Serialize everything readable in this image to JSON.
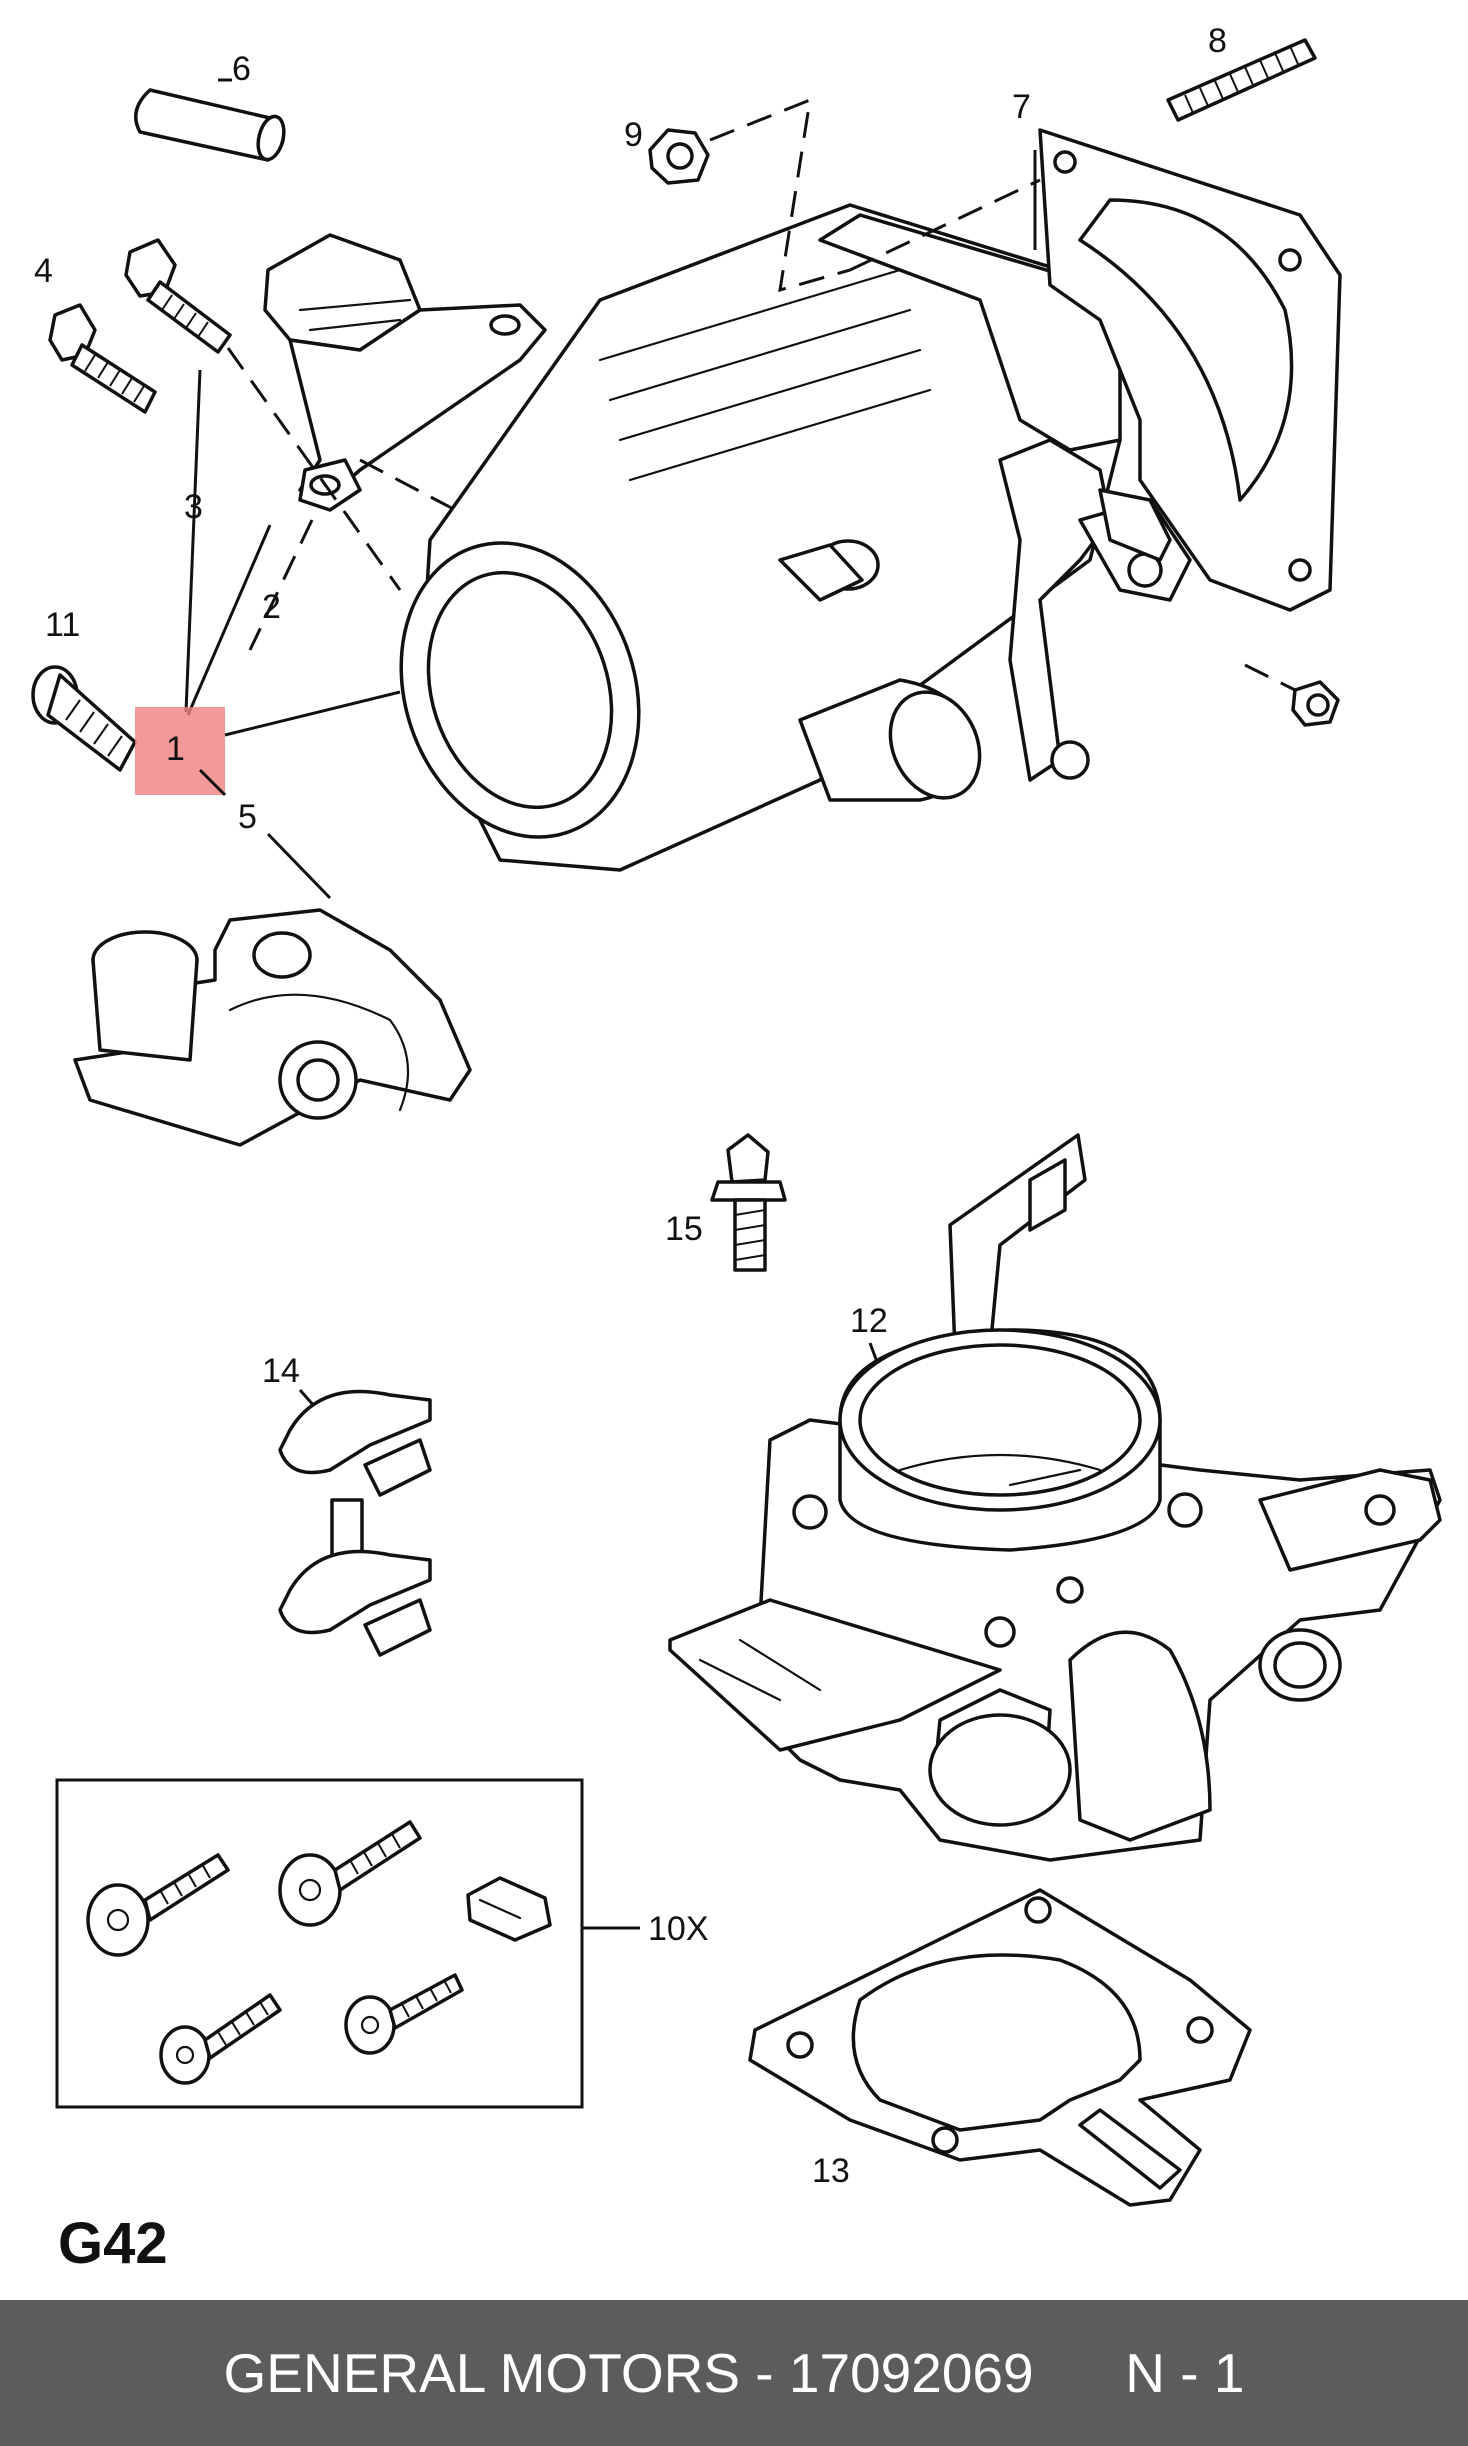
{
  "diagram": {
    "callouts": {
      "c1": "1",
      "c2": "2",
      "c3": "3",
      "c4": "4",
      "c5": "5",
      "c6": "6",
      "c7": "7",
      "c8": "8",
      "c9": "9",
      "c10": "10X",
      "c11": "11",
      "c12": "12",
      "c13": "13",
      "c14": "14",
      "c15": "15"
    },
    "highlight_color": "#f08080",
    "page_code": "G42"
  },
  "footer": {
    "brand": "GENERAL MOTORS",
    "separator": "-",
    "part_number": "17092069",
    "qty_label": "N - 1",
    "background_color": "#5c5c5c",
    "text_color": "#ffffff"
  }
}
